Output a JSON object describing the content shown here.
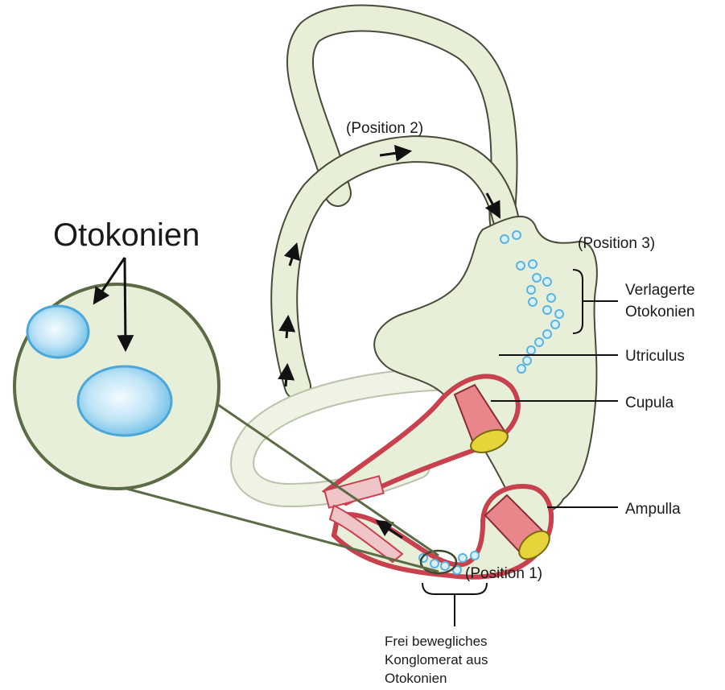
{
  "colors": {
    "canal_fill": "#e7efd9",
    "canal_stroke": "#4a4a3a",
    "ampulla_red": "#c7414f",
    "cupula_fill": "#e8868c",
    "hair_cells": "#e7d33a",
    "otoconia": "#5ab3e0",
    "otoconia_core": "#d8f0fb",
    "background": "#ffffff"
  },
  "labels": {
    "otokonien_title": "Otokonien",
    "position_1": "(Position 1)",
    "position_2": "(Position 2)",
    "position_3": "(Position 3)",
    "verlagerte_1": "Verlagerte",
    "verlagerte_2": "Otokonien",
    "utriculus": "Utriculus",
    "cupula": "Cupula",
    "ampulla": "Ampulla",
    "frei_1": "Frei bewegliches",
    "frei_2": "Konglomerat aus",
    "frei_3": "Otokonien"
  },
  "icons": [
    "arrow-icon",
    "otoconia-crystal-icon",
    "bracket-icon"
  ]
}
